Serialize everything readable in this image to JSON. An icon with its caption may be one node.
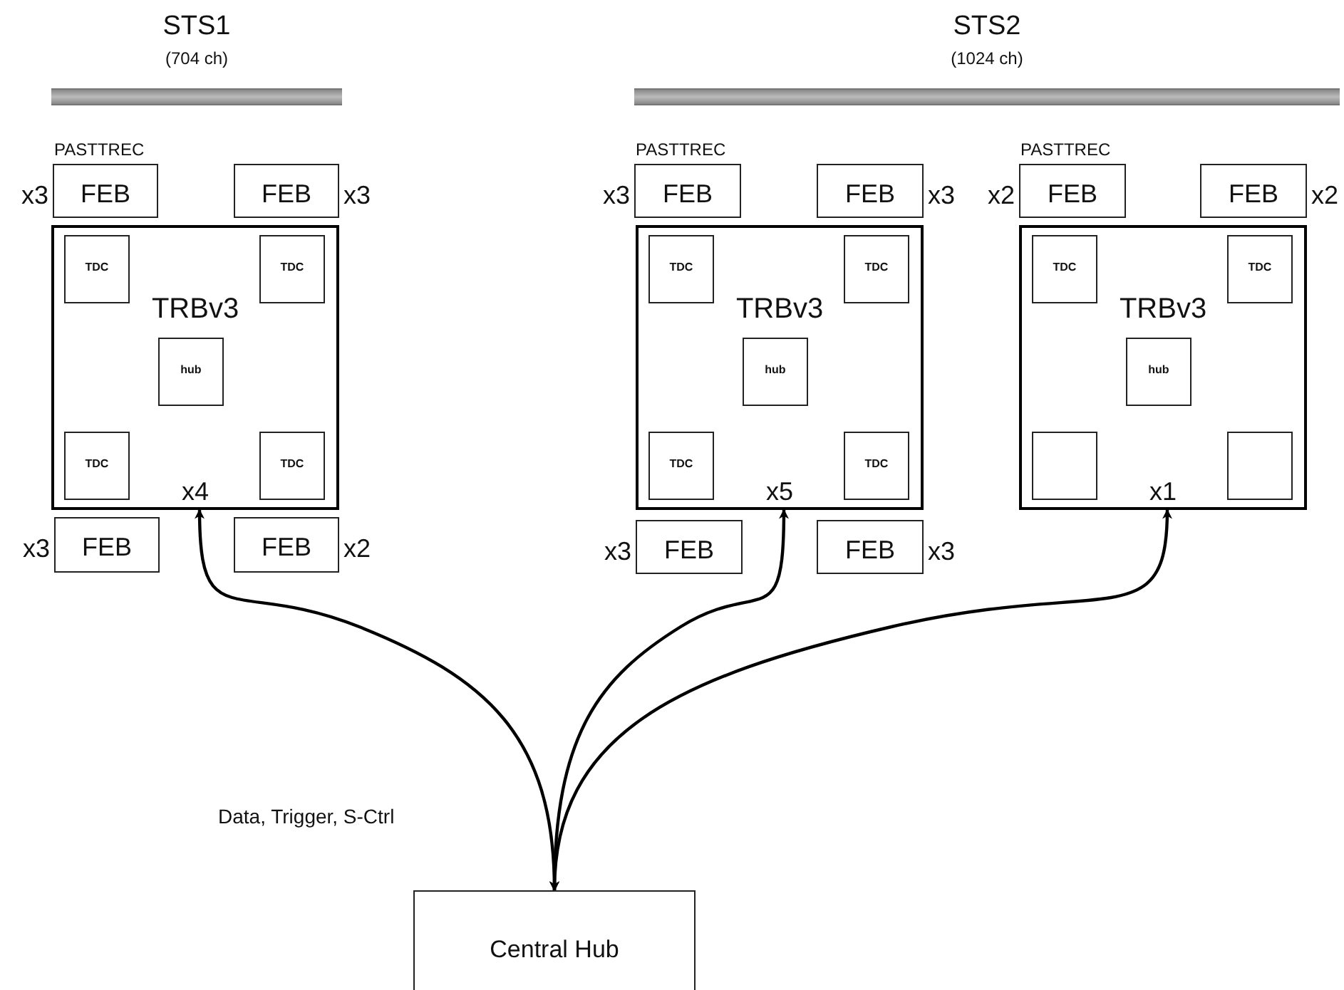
{
  "diagram": {
    "nodes": [
      {
        "text": [
          "STS1",
          "(704 ch)"
        ]
      },
      {
        "text": [
          "STS2",
          "(1024 ch)"
        ]
      },
      {
        "text": [
          "FEB"
        ],
        "beside": [
          "PASTTREC",
          "x3"
        ]
      },
      {
        "text": [
          "FEB"
        ],
        "beside": [
          "x3"
        ]
      },
      {
        "text": [
          "TRBv3",
          "x4"
        ]
      },
      {
        "text": [
          "TDC"
        ],
        "in": 4
      },
      {
        "text": [
          "TDC"
        ],
        "in": 4
      },
      {
        "text": [
          "hub"
        ],
        "in": 4
      },
      {
        "text": [
          "TDC"
        ],
        "in": 4
      },
      {
        "text": [
          "TDC"
        ],
        "in": 4
      },
      {
        "text": [
          "FEB"
        ],
        "beside": [
          "x3"
        ]
      },
      {
        "text": [
          "FEB"
        ],
        "beside": [
          "x2"
        ]
      },
      {
        "text": [
          "FEB"
        ],
        "beside": [
          "PASTTREC",
          "x3"
        ]
      },
      {
        "text": [
          "FEB"
        ],
        "beside": [
          "x3"
        ]
      },
      {
        "text": [
          "TRBv3",
          "x5"
        ]
      },
      {
        "text": [
          "TDC"
        ],
        "in": 14
      },
      {
        "text": [
          "TDC"
        ],
        "in": 14
      },
      {
        "text": [
          "hub"
        ],
        "in": 14
      },
      {
        "text": [
          "TDC"
        ],
        "in": 14
      },
      {
        "text": [
          "TDC"
        ],
        "in": 14
      },
      {
        "text": [
          "FEB"
        ],
        "beside": [
          "x3"
        ]
      },
      {
        "text": [
          "FEB"
        ],
        "beside": [
          "x3"
        ]
      },
      {
        "text": [
          "FEB"
        ],
        "beside": [
          "PASTTREC",
          "x2"
        ]
      },
      {
        "text": [
          "FEB"
        ],
        "beside": [
          "x2"
        ]
      },
      {
        "text": [
          "TRBv3",
          "x1"
        ]
      },
      {
        "text": [
          "TDC"
        ],
        "in": 24
      },
      {
        "text": [
          "TDC"
        ],
        "in": 24
      },
      {
        "text": [
          "hub"
        ],
        "in": 24
      },
      {
        "text": [],
        "shape": "box",
        "in": 24
      },
      {
        "text": [],
        "shape": "box",
        "in": 24
      },
      {
        "text": [
          "Central Hub"
        ]
      }
    ],
    "edges": [
      {
        "from": 30,
        "to": 4,
        "arrow": "both"
      },
      {
        "from": 30,
        "to": 14,
        "arrow": "both"
      },
      {
        "from": 30,
        "to": 24,
        "arrow": "both"
      }
    ],
    "labels": [
      "Data, Trigger, S-Ctrl"
    ]
  }
}
